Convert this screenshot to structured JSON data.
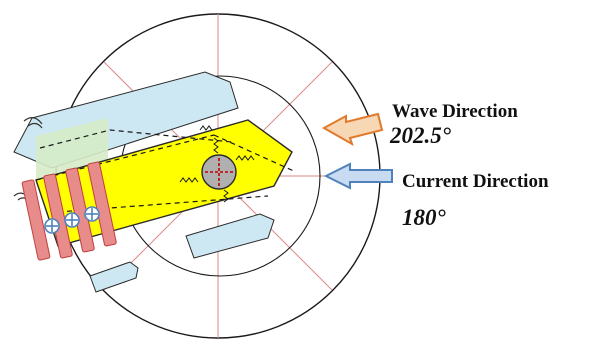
{
  "labels": {
    "wave_direction": "Wave Direction",
    "wave_angle": "202.5°",
    "current_direction": "Current Direction",
    "current_angle": "180°"
  },
  "colors": {
    "outer_ring": "#1a1a1a",
    "radial_lines": "#d98a8a",
    "vessel_hull": "#ffff00",
    "vessel_outline": "#2a2a2a",
    "fender_barge": "#cde8f2",
    "overlap_green": "#d6ecc8",
    "wave_arrow_fill": "#f8d7b4",
    "wave_arrow_stroke": "#e07a2c",
    "current_arrow_fill": "#c9dbf1",
    "current_arrow_stroke": "#4f81bd",
    "red_arrows": "#e88b8b",
    "turret": "#b0b0b0"
  },
  "icons": {
    "wave_arrow": "left-arrow-icon",
    "current_arrow": "left-arrow-icon",
    "turret": "turret-crosshair-icon",
    "mooring_spring": "spring-icon",
    "motion_marker": "cross-marker-icon"
  }
}
